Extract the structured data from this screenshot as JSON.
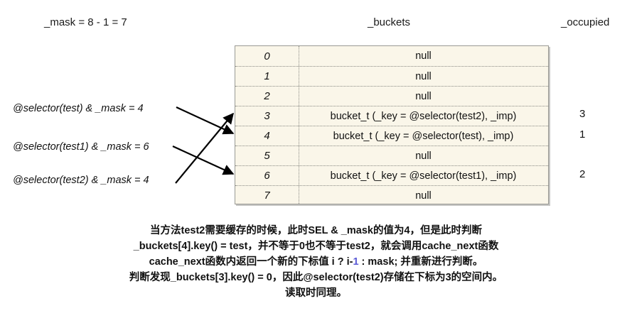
{
  "headers": {
    "mask": "_mask = 8 - 1 = 7",
    "buckets": "_buckets",
    "occupied": "_occupied"
  },
  "table": {
    "rows": [
      {
        "index": "0",
        "value": "null"
      },
      {
        "index": "1",
        "value": "null"
      },
      {
        "index": "2",
        "value": "null"
      },
      {
        "index": "3",
        "value": "bucket_t  (_key = @selector(test2), _imp)"
      },
      {
        "index": "4",
        "value": "bucket_t  (_key = @selector(test), _imp)"
      },
      {
        "index": "5",
        "value": "null"
      },
      {
        "index": "6",
        "value": "bucket_t  (_key = @selector(test1), _imp)"
      },
      {
        "index": "7",
        "value": "null"
      }
    ]
  },
  "selectors": [
    {
      "text": "@selector(test)  & _mask = 4",
      "target_index": "4"
    },
    {
      "text": "@selector(test1)  & _mask = 6",
      "target_index": "6"
    },
    {
      "text": "@selector(test2)  & _mask = 4",
      "target_index": "3"
    }
  ],
  "occupied_values": [
    {
      "row": "3",
      "value": "3"
    },
    {
      "row": "4",
      "value": "1"
    },
    {
      "row": "6",
      "value": "2"
    }
  ],
  "caption": {
    "line1": "当方法test2需要缓存的时候，此时SEL & _mask的值为4，但是此时判断",
    "line2": "_buckets[4].key() = test，并不等于0也不等于test2，就会调用cache_next函数",
    "line3_a": "cache_next函数内返回一个新的下标值 i ? i-",
    "line3_hl": "1",
    "line3_b": " : mask; 并重新进行判断。",
    "line4": "判断发现_buckets[3].key() = 0，因此@selector(test2)存储在下标为3的空间内。",
    "line5": "读取时同理。"
  },
  "colors": {
    "table_bg": "#faf6e9",
    "table_border": "#9a9a94",
    "grid_line": "#8a8a84",
    "arrow": "#000000",
    "highlight": "#5b5bd6"
  }
}
